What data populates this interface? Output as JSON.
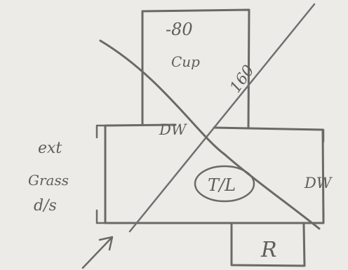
{
  "sketch": {
    "labels": {
      "cupboard_line1": "-80",
      "cupboard_line2": "Cup",
      "diagonal_dim": "160",
      "dw_top": "DW",
      "dw_right": "DW",
      "left_line1": "ext",
      "left_line2": "Grass",
      "left_line3": "d/s",
      "circled": "T/L",
      "bottom_box": "R"
    }
  }
}
